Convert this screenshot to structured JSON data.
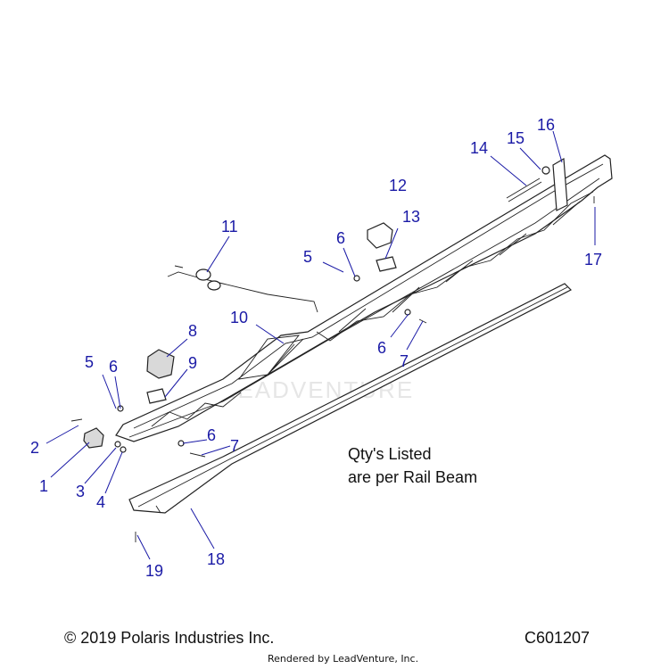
{
  "diagram": {
    "note_line1": "Qty's Listed",
    "note_line2": "are per Rail Beam",
    "watermark": "LEADVENTURE",
    "callouts": [
      "1",
      "2",
      "3",
      "4",
      "5",
      "6",
      "7",
      "8",
      "9",
      "10",
      "11",
      "12",
      "13",
      "14",
      "15",
      "16",
      "17",
      "18",
      "19"
    ],
    "callout_extra": {
      "five_b": "5",
      "six_b": "6",
      "six_c": "6",
      "six_d": "6",
      "seven_b": "7"
    }
  },
  "footer": {
    "copyright": "© 2019 Polaris Industries Inc.",
    "code": "C601207",
    "rendered": "Rendered by LeadVenture, Inc."
  },
  "colors": {
    "callout": "#1a1aa6",
    "line": "#222222"
  }
}
